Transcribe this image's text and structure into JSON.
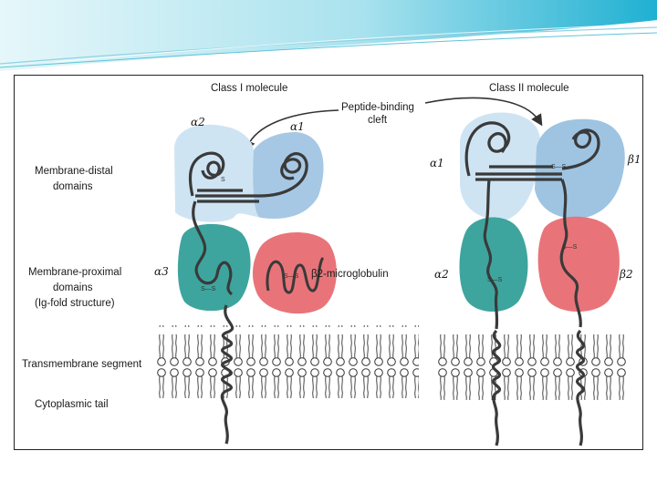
{
  "colors": {
    "header_gradient_start": "#d8f2f7",
    "header_gradient_end": "#2cb7d6",
    "alpha_light_blue": "#cfe4f3",
    "beta_blue": "#9ec4e2",
    "teal": "#3ea59e",
    "red": "#e8747a",
    "chain": "#3a3a3a"
  },
  "labels": {
    "class1_title": "Class I molecule",
    "class2_title": "Class II molecule",
    "peptide_cleft_line1": "Peptide-binding",
    "peptide_cleft_line2": "cleft",
    "membrane_distal_line1": "Membrane-distal",
    "membrane_distal_line2": "domains",
    "membrane_proximal_line1": "Membrane-proximal",
    "membrane_proximal_line2": "domains",
    "membrane_proximal_line3": "(Ig-fold structure)",
    "transmembrane": "Transmembrane segment",
    "cytoplasmic": "Cytoplasmic tail",
    "c1_alpha2": "α2",
    "c1_alpha1": "α1",
    "c1_alpha3": "α3",
    "b2m": "β2-microglobulin",
    "c2_alpha1": "α1",
    "c2_beta1": "β1",
    "c2_alpha2": "α2",
    "c2_beta2": "β2",
    "disulfide": "S",
    "disulfide_bond": "S—S"
  }
}
